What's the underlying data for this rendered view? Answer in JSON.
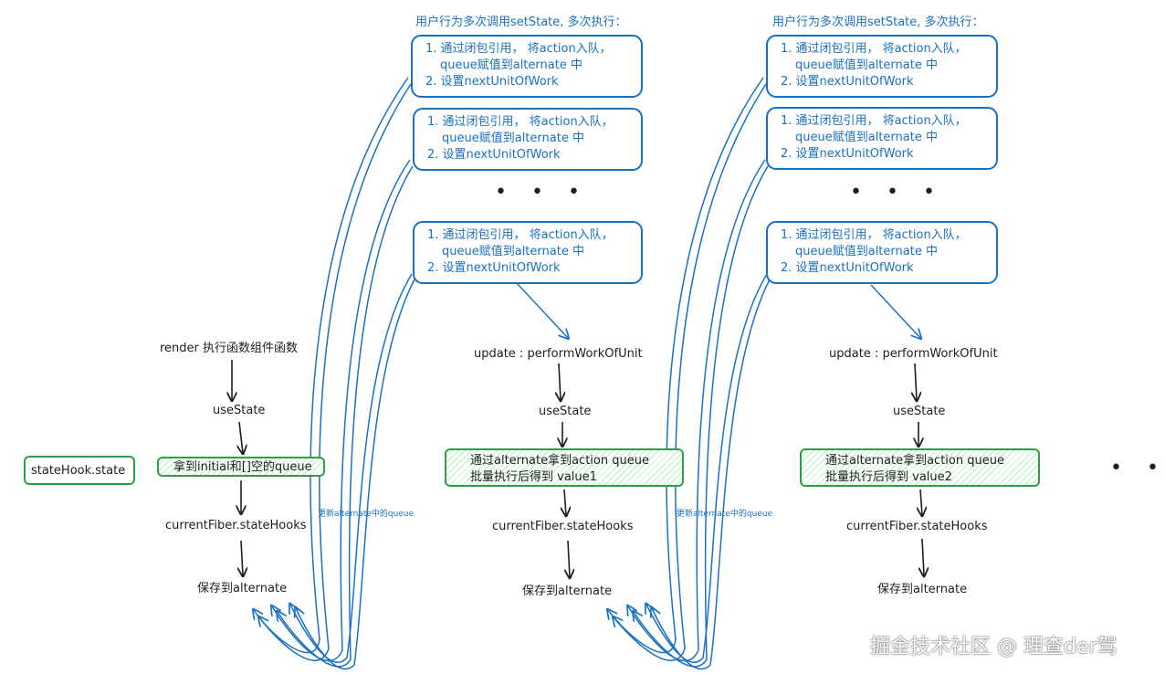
{
  "left": {
    "render": "render 执行函数组件函数",
    "usestate": "useState",
    "queue_box": "拿到initial和[]空的queue",
    "statehook": "stateHook.state",
    "current_fiber": "currentFiber.stateHooks",
    "save": "保存到alternate",
    "update_note": "更新alternate中的queue"
  },
  "mid": {
    "title": "用户行为多次调用setState, 多次执行：",
    "box_line1": "1. 通过闭包引用， 将action入队，",
    "box_line2": "queue赋值到alternate 中",
    "box_line3": "2. 设置nextUnitOfWork",
    "dots": "• • •",
    "update": "update : performWorkOfUnit",
    "usestate": "useState",
    "green_line1": "通过alternate拿到action queue",
    "green_line2": "批量执行后得到 value1",
    "current_fiber": "currentFiber.stateHooks",
    "save": "保存到alternate",
    "update_note": "更新alternate中的queue"
  },
  "right": {
    "title": "用户行为多次调用setState, 多次执行：",
    "box_line1": "1. 通过闭包引用， 将action入队，",
    "box_line2": "queue赋值到alternate 中",
    "box_line3": "2. 设置nextUnitOfWork",
    "dots": "• • •",
    "update": "update : performWorkOfUnit",
    "usestate": "useState",
    "green_line1": "通过alternate拿到action queue",
    "green_line2": "批量执行后得到 value2",
    "current_fiber": "currentFiber.stateHooks",
    "save": "保存到alternate"
  },
  "trailing_dots": "• • •",
  "watermark": "掘金技术社区 @ 理查der驾",
  "colors": {
    "blue": "#1971c2",
    "green": "#2f9e44",
    "green_fill": "#b2f2bb",
    "text": "#1e1e1e"
  }
}
